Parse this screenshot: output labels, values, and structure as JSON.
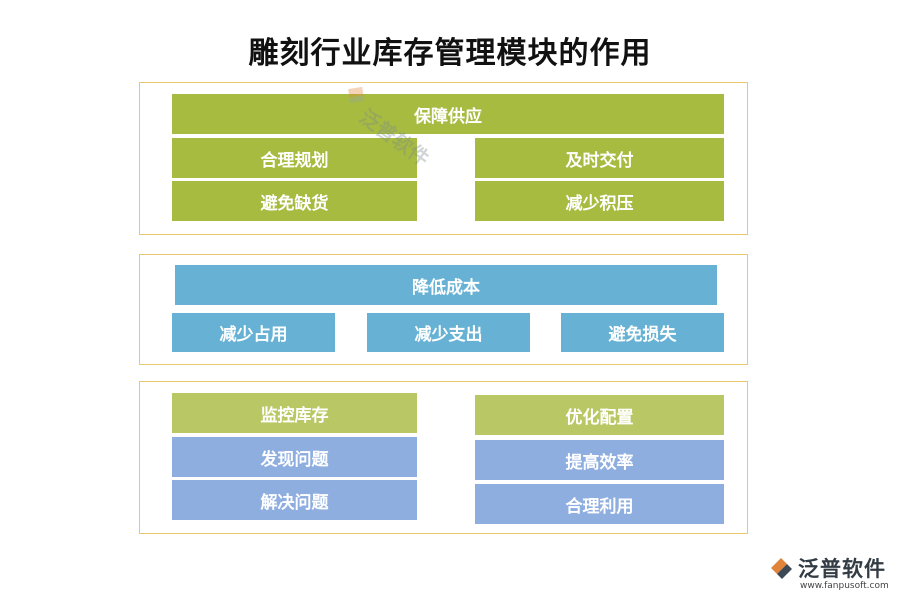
{
  "title": "雕刻行业库存管理模块的作用",
  "section1": {
    "header": "保障供应",
    "left": [
      "合理规划",
      "避免缺货"
    ],
    "right": [
      "及时交付",
      "减少积压"
    ]
  },
  "section2": {
    "header": "降低成本",
    "items": [
      "减少占用",
      "减少支出",
      "避免损失"
    ]
  },
  "section3": {
    "left_header": "监控库存",
    "left": [
      "发现问题",
      "解决问题"
    ],
    "right_header": "优化配置",
    "right": [
      "提高效率",
      "合理利用"
    ]
  },
  "watermark": "泛普软件",
  "logo": {
    "name": "泛普软件",
    "url": "www.fanpusoft.com"
  },
  "colors": {
    "green": "#a6bb3f",
    "light_green": "#b9c864",
    "blue": "#67b2d4",
    "purple": "#8faee0",
    "panel_border": "#e8c872"
  }
}
